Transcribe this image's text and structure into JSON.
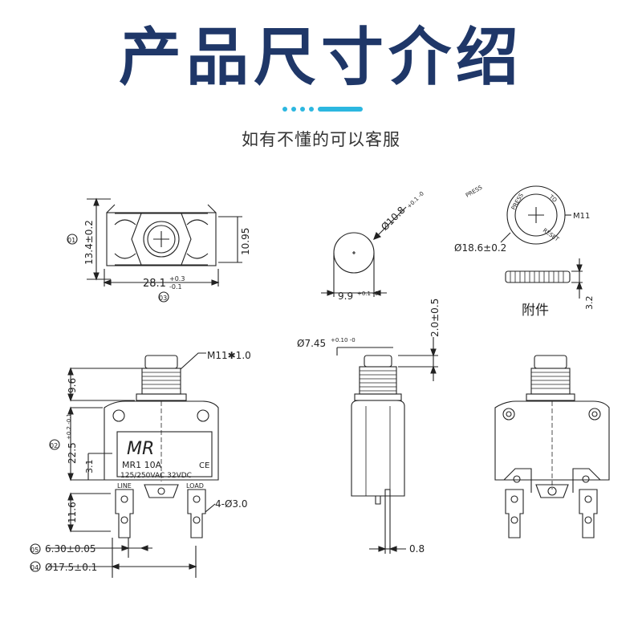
{
  "header": {
    "title": "产品尺寸介绍",
    "subtitle": "如有不懂的可以客服",
    "accent_color": "#1f3768",
    "dots_color": "#2cb7e0"
  },
  "views": {
    "top": {
      "dim_height": "13.4±0.2",
      "dim_inner": "10.95",
      "dim_width_main": "28.1",
      "dim_width_tol_up": "+0.3",
      "dim_width_tol_dn": "-0.1",
      "ref_01": "01",
      "ref_03": "03"
    },
    "button": {
      "dim_dia_main": "Ø10.8",
      "dim_dia_tol": "+0.1 -0",
      "dim_width_main": "9.9",
      "dim_width_tol": "+0.1 -0"
    },
    "accessory": {
      "press_label": "PRESS",
      "ring_press": "PRESS",
      "ring_to": "TO",
      "ring_reset": "RESET",
      "thread_label": "M11",
      "dim_dia": "Ø18.6±0.2",
      "dim_thick": "3.2",
      "caption": "附件"
    },
    "front": {
      "thread": "M11✱1.0",
      "dim_top": "9.6",
      "dim_body_main": "22.5",
      "dim_body_tol": "+0.2 -0.1",
      "dim_label_h": "3.1",
      "dim_terminal": "11.6",
      "hole_label": "4-Ø3.0",
      "dim_pitch": "6.30±0.05",
      "dim_span": "Ø17.5±0.1",
      "ref_02": "02",
      "ref_04": "04",
      "ref_05": "05",
      "logo": "MR",
      "model": "MR1  10A",
      "ce": "CE",
      "rating": "125/250VAC  32VDC",
      "line": "LINE",
      "load": "LOAD"
    },
    "side": {
      "dim_dia_main": "Ø7.45",
      "dim_dia_tol": "+0.10 -0",
      "dim_stroke": "2.0±0.5",
      "dim_pin": "0.8"
    }
  }
}
